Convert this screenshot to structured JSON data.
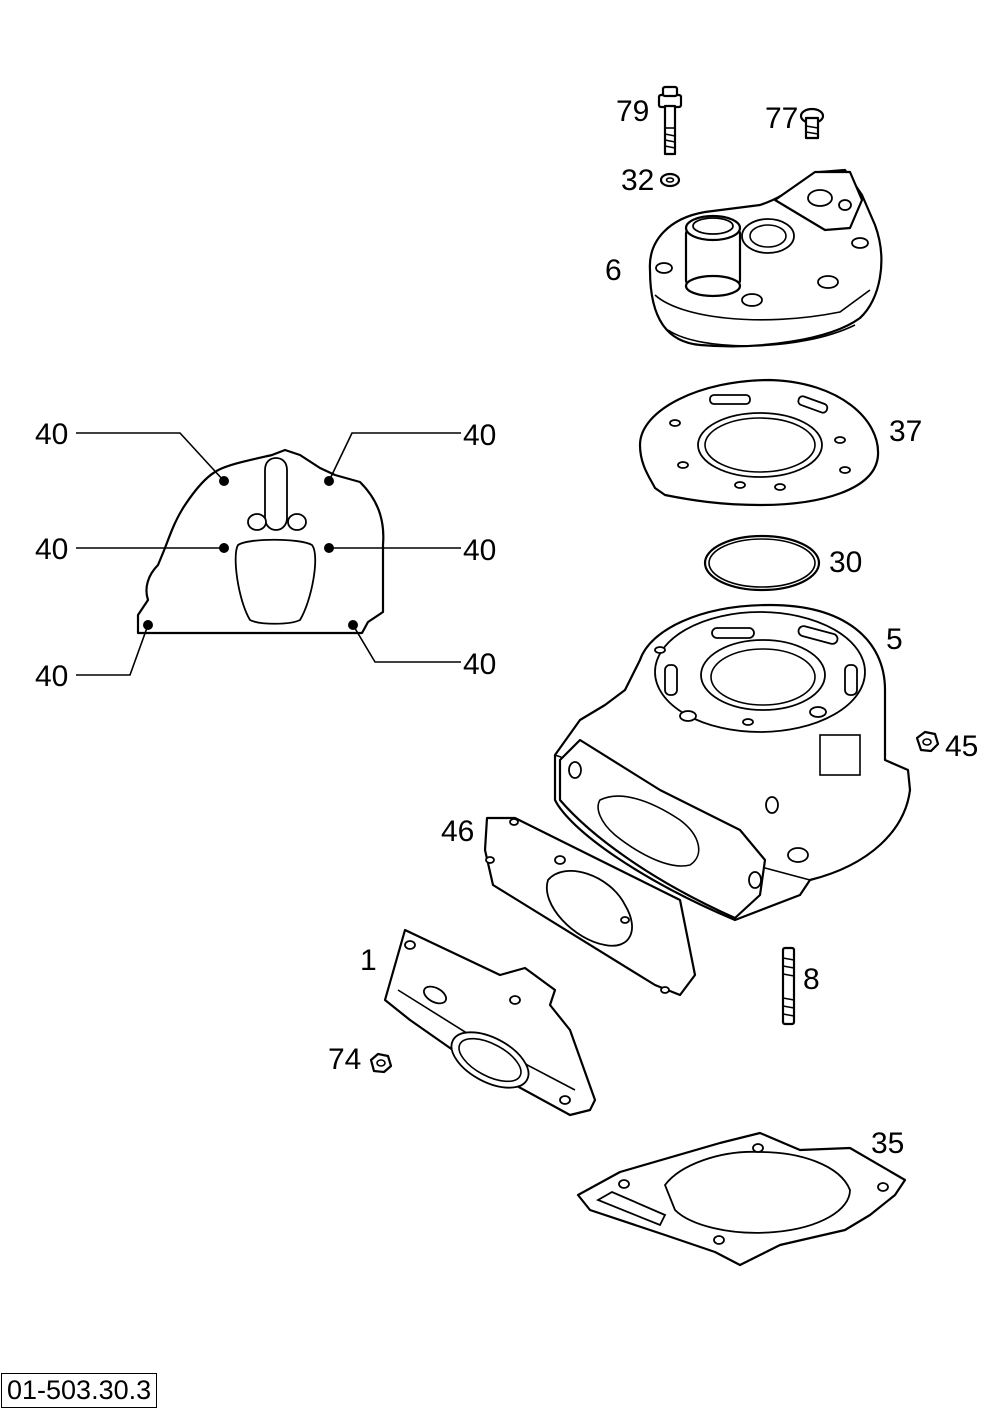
{
  "diagram_ref": "01-503.30.3",
  "labels": {
    "p79": "79",
    "p77": "77",
    "p32": "32",
    "p6": "6",
    "p37": "37",
    "p30": "30",
    "p5": "5",
    "p45": "45",
    "p46": "46",
    "p1": "1",
    "p8": "8",
    "p74": "74",
    "p35": "35",
    "p40_tl": "40",
    "p40_tr": "40",
    "p40_ml": "40",
    "p40_mr": "40",
    "p40_bl": "40",
    "p40_br": "40"
  }
}
